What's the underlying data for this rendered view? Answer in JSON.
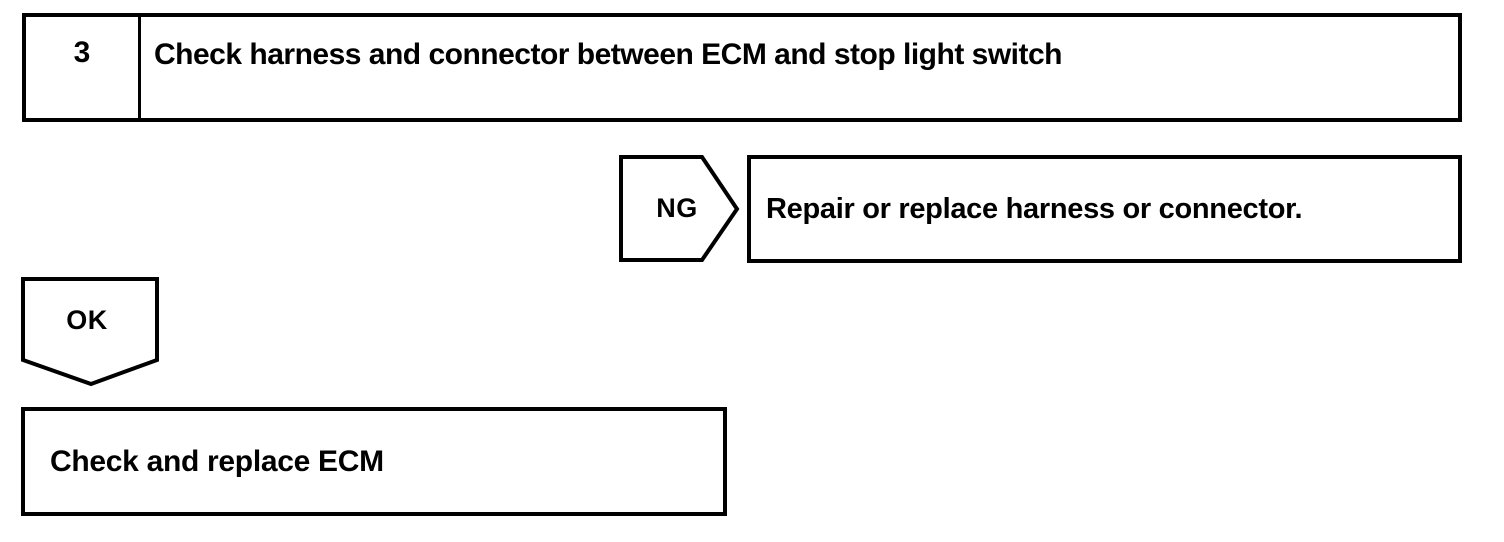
{
  "page": {
    "background_color": "#ffffff",
    "line_color": "#000000"
  },
  "flowchart": {
    "step_box": {
      "number": "3",
      "title": "Check harness and connector between ECM and stop light switch"
    },
    "ng_branch": {
      "label": "NG",
      "result_text": "Repair or replace harness or connector."
    },
    "ok_branch": {
      "label": "OK",
      "result_text": "Check and replace ECM"
    }
  }
}
